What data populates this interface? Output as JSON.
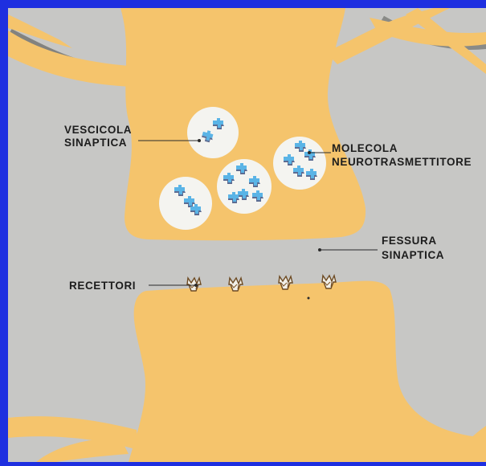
{
  "labels": {
    "vesicle_line1": "VESCICOLA",
    "vesicle_line2": "SINAPTICA",
    "molecule_line1": "MOLECOLA",
    "molecule_line2": "NEUROTRASMETTITORE",
    "cleft_line1": "FESSURA",
    "cleft_line2": "SINAPTICA",
    "receptors": "RECETTORI"
  },
  "colors": {
    "frame": "#1e2fe0",
    "background": "#c7c7c5",
    "neuron": "#f5c46c",
    "vesicle": "#f4f4f0",
    "neurotransmitter": "#5ab4e6",
    "label_text": "#1d1d1d"
  }
}
